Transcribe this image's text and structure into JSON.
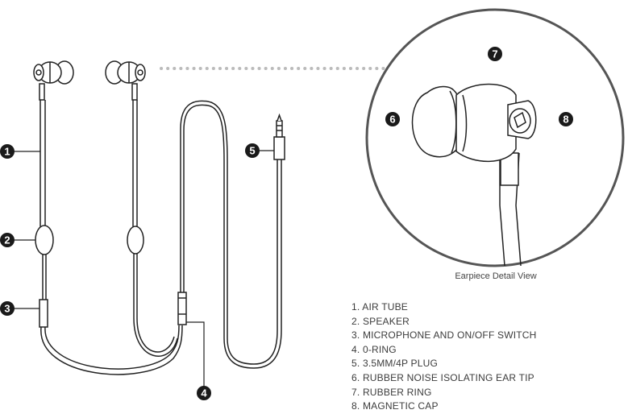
{
  "callout_numbers": [
    "1",
    "2",
    "3",
    "4",
    "5",
    "6",
    "7",
    "8"
  ],
  "detail_caption": "Earpiece Detail View",
  "parts": [
    "1. AIR TUBE",
    "2. SPEAKER",
    "3. MICROPHONE AND ON/OFF SWITCH",
    "4. 0-RING",
    "5. 3.5MM/4P PLUG",
    "6. RUBBER NOISE ISOLATING EAR TIP",
    "7. RUBBER RING",
    "8. MAGNETIC CAP"
  ],
  "colors": {
    "line": "#222222",
    "badge": "#1a1a1a",
    "dots": "#bbbbbb",
    "text": "#444444"
  }
}
